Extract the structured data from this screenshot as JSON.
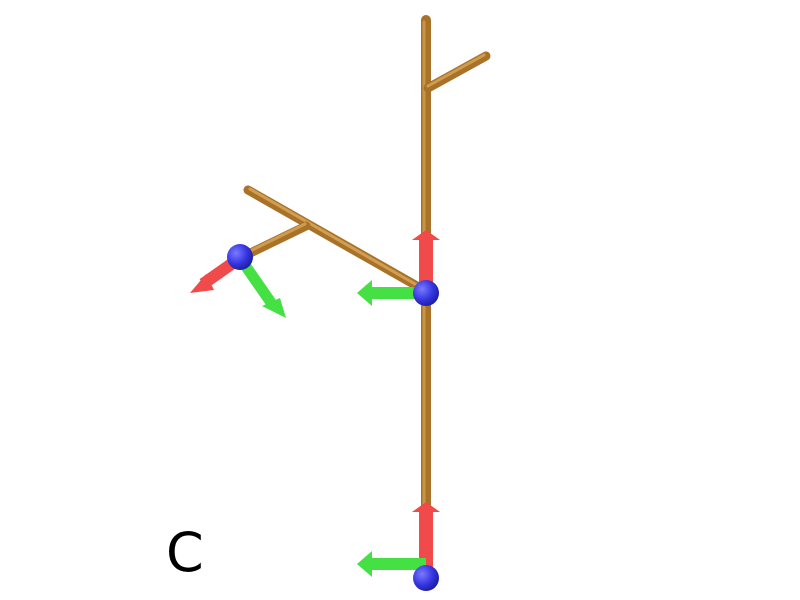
{
  "panel_label": "C",
  "colors": {
    "background": "#ffffff",
    "branch": "#b07a2c",
    "branch_highlight": "#d9a45a",
    "axis_red": "#f04848",
    "axis_green": "#3ee03e",
    "joint_blue": "#3a3ae6"
  },
  "elements": {
    "branches": [
      "trunk",
      "upper-twig",
      "lower-branch",
      "lower-branch-tip",
      "lower-sub-branch"
    ],
    "joints": [
      "base-joint",
      "middle-joint",
      "branch-joint"
    ],
    "icons": [
      "red-axis-arrow-icon",
      "green-axis-arrow-icon",
      "blue-joint-sphere-icon"
    ]
  }
}
